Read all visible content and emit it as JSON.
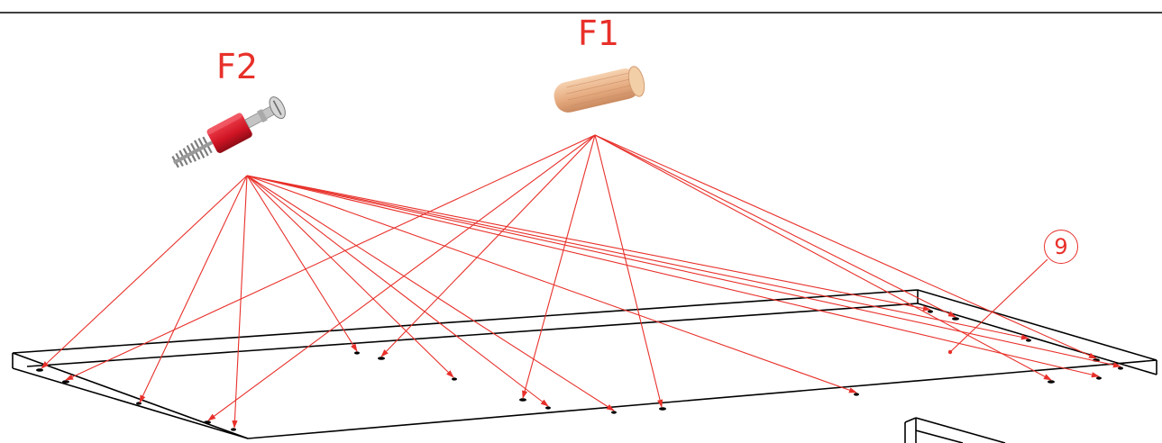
{
  "labels": {
    "f1": "F1",
    "f2": "F2",
    "part_number": "9"
  },
  "parts": [
    {
      "id": "F1",
      "name": "wooden-dowel"
    },
    {
      "id": "F2",
      "name": "cam-lock-bolt"
    }
  ],
  "colors": {
    "leader": "#e8302a",
    "outline": "#000000",
    "dowel": "#e9b48c",
    "cam_red": "#d8182a",
    "metal": "#b9b9b9"
  }
}
